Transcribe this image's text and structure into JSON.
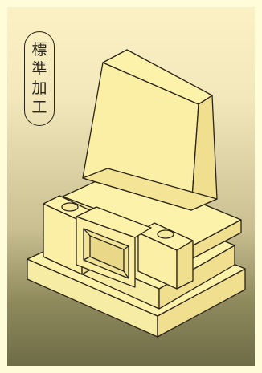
{
  "badge": {
    "chars": [
      "標",
      "準",
      "加",
      "工"
    ]
  },
  "illustration": {
    "icon": "gravestone-icon",
    "colors": {
      "stone": "#fdf2a9",
      "stone_shade": "#f4e596",
      "stone_dark": "#e6d27f",
      "outline": "#2a2418"
    }
  }
}
